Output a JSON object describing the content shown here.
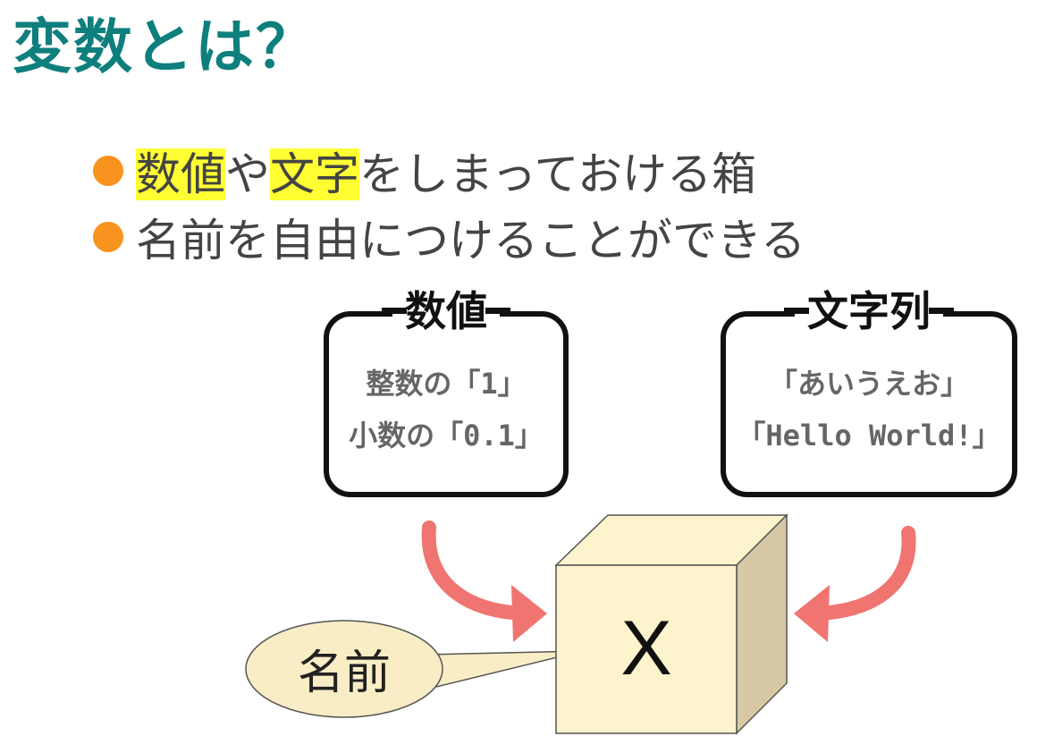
{
  "title": "変数とは？",
  "bullets": [
    {
      "parts": [
        {
          "text": "数値",
          "highlight": true
        },
        {
          "text": "や",
          "highlight": false
        },
        {
          "text": "文字",
          "highlight": true
        },
        {
          "text": "をしまっておける箱",
          "highlight": false
        }
      ]
    },
    {
      "parts": [
        {
          "text": "名前を自由につけることができる",
          "highlight": false
        }
      ]
    }
  ],
  "diagram": {
    "number_box": {
      "title": "数値",
      "lines": [
        "整数の「1」",
        "小数の「0.1」"
      ]
    },
    "string_box": {
      "title": "文字列",
      "lines": [
        "「あいうえお」",
        "「Hello World!」"
      ]
    },
    "name_label": "名前",
    "variable_label": "X"
  },
  "colors": {
    "title": "#0e7f7d",
    "bullet_dot": "#f7931e",
    "highlight": "#ffff33",
    "arrow": "#f07470",
    "cube_front": "#fdf3cc",
    "cube_side": "#d6c9a3",
    "callout_fill": "#f9edc5"
  }
}
